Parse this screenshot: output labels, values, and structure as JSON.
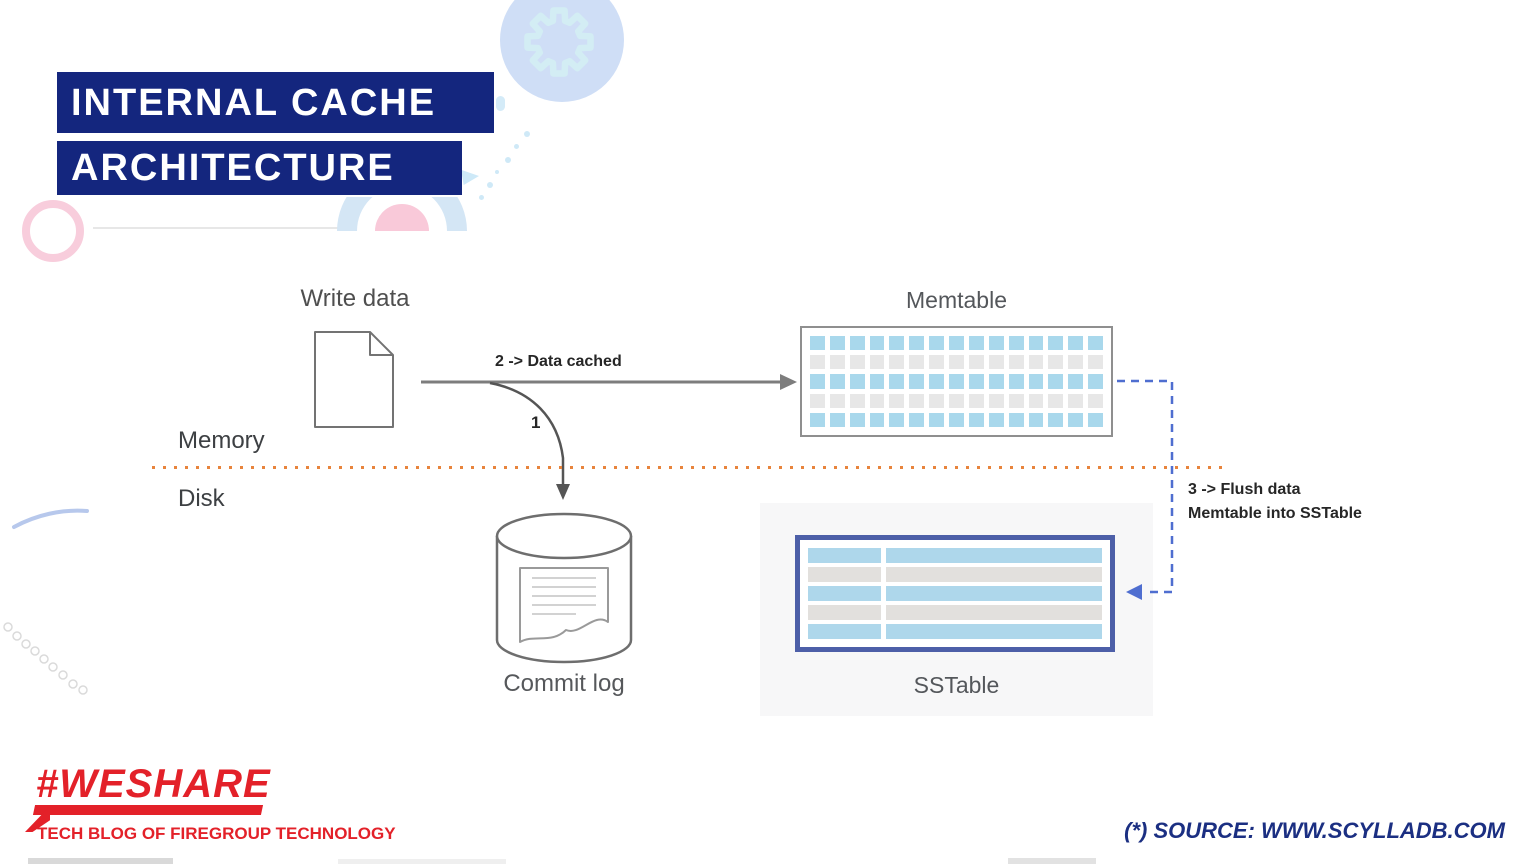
{
  "title": {
    "line1": "INTERNAL CACHE",
    "line2": "ARCHITECTURE"
  },
  "diagram": {
    "write_data_label": "Write data",
    "memory_label": "Memory",
    "disk_label": "Disk",
    "memtable_label": "Memtable",
    "commit_log_label": "Commit log",
    "sstable_label": "SSTable",
    "step1_label": "1",
    "step2_label": "2 -> Data cached",
    "step3_label_line1": "3 -> Flush data",
    "step3_label_line2": "Memtable into SSTable",
    "memtable": {
      "cols": 15,
      "row_colors": [
        "#a9d8ec",
        "#e7e7e7",
        "#a9d8ec",
        "#e7e7e7",
        "#a9d8ec"
      ]
    },
    "sstable": {
      "row_colors": [
        "#aed7eb",
        "#e2e0dd",
        "#aed7eb",
        "#e2e0dd",
        "#aed7eb"
      ]
    }
  },
  "footer": {
    "logo_text": "#WESHARE",
    "logo_subtitle": "TECH BLOG OF FIREGROUP TECHNOLOGY",
    "source_text": "(*) SOURCE: WWW.SCYLLADB.COM"
  },
  "colors": {
    "navy": "#14267e",
    "red": "#e32129",
    "orange_dots": "#e8843c",
    "dashed_blue": "#4f6ed0",
    "sstable_border": "#4d5fa8",
    "arrow_gray": "#7d7d7d"
  }
}
